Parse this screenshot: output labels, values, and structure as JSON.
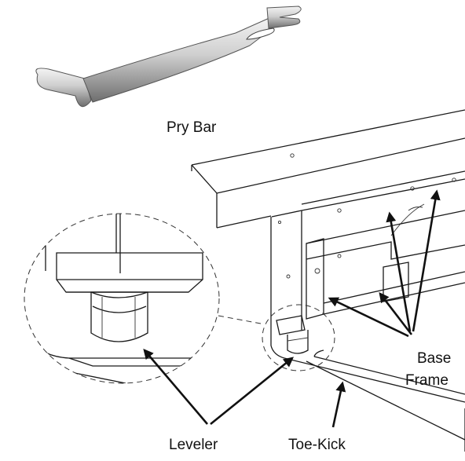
{
  "labels": {
    "pry_bar": "Pry Bar",
    "base": "Base",
    "frame": "Frame",
    "leveler": "Leveler",
    "toe_kick": "Toe-Kick"
  },
  "colors": {
    "line": "#1a1a1a",
    "metal_light": "#e8e8e8",
    "metal_dark": "#7a7a7a"
  },
  "icons": {
    "pry_bar": "pry-bar-tool-icon",
    "leveler": "leveling-foot-icon"
  }
}
